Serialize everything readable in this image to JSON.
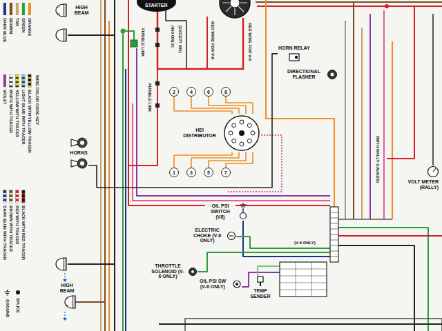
{
  "diagram": {
    "nodes": [
      {
        "text": [
          "HIGH BEAM"
        ]
      },
      {
        "text": [
          "STARTER"
        ]
      },
      {
        "text": [
          "HORN RELAY"
        ]
      },
      {
        "text": [
          "DIRECTIONAL FLASHER"
        ]
      },
      {
        "text": [
          "2"
        ]
      },
      {
        "text": [
          "4"
        ]
      },
      {
        "text": [
          "6"
        ]
      },
      {
        "text": [
          "8"
        ]
      },
      {
        "text": [
          "HEI DISTRIBUTOR"
        ]
      },
      {
        "text": [
          "HORNS"
        ]
      },
      {
        "text": [
          "1"
        ]
      },
      {
        "text": [
          "3"
        ]
      },
      {
        "text": [
          "5"
        ]
      },
      {
        "text": [
          "7"
        ]
      },
      {
        "text": [
          "VOLT METER (RALLY)"
        ]
      },
      {
        "text": [
          "OIL PSI SWITCH (V8)"
        ]
      },
      {
        "text": [
          "ELECTRIC CHOKE (V-6 ONLY)"
        ]
      },
      {
        "text": [
          "THROTTLE SOLENOID (V-6 ONLY)"
        ]
      },
      {
        "text": [
          "OIL PSI SW (V-6 ONLY)"
        ]
      },
      {
        "text": [
          "TEMP SENDER"
        ]
      },
      {
        "text": [
          "HIGH BEAM"
        ]
      }
    ],
    "edges": [
      {
        "from": 4,
        "to": 8,
        "arrow": "none"
      },
      {
        "from": 5,
        "to": 8,
        "arrow": "none"
      },
      {
        "from": 6,
        "to": 8,
        "arrow": "none"
      },
      {
        "from": 7,
        "to": 8,
        "arrow": "none"
      },
      {
        "from": 10,
        "to": 8,
        "arrow": "none"
      },
      {
        "from": 11,
        "to": 8,
        "arrow": "none"
      },
      {
        "from": 12,
        "to": 8,
        "arrow": "none"
      },
      {
        "from": 13,
        "to": 8,
        "arrow": "none"
      },
      {
        "from": 9,
        "to": 2,
        "arrow": "none"
      }
    ],
    "labels": [
      "WIRE COLOR CODE KEY",
      "FUSIBLE LINK",
      "(400 ONLY)",
      "(EXCEPT 400)",
      "RED WIRE FOR V-8",
      "RED WIRE FOR V-6",
      "FUSIBLE LINK",
      "(V-6 ONLY)",
      "(WITH RALLY GAUGES)"
    ],
    "legend": [
      {
        "text": "DARK BLUE",
        "color": "#1b2f8f"
      },
      {
        "text": "BROWN",
        "color": "#7b4a22"
      },
      {
        "text": "TAN",
        "color": "#c8a266"
      },
      {
        "text": "GREEN",
        "color": "#2a9d3a"
      },
      {
        "text": "ORANGE",
        "color": "#f08a24"
      },
      {
        "text": "VIOLET",
        "color": "#8a3aa8"
      },
      {
        "text": "WHITE WITH TRACER"
      },
      {
        "text": "YELLOW WITH TRACER"
      },
      {
        "text": "LIGHT BLUE WITH TRACER"
      },
      {
        "text": "BLACK WITH YELLOW TRACER"
      },
      {
        "text": "DARK BLUE WITH TRACER"
      },
      {
        "text": "BROWN WITH TRACER"
      },
      {
        "text": "RED WITH TRACER"
      },
      {
        "text": "BLACK WITH RED TRACER"
      },
      {
        "text": "GROUND"
      },
      {
        "text": "SPLICE"
      }
    ]
  }
}
